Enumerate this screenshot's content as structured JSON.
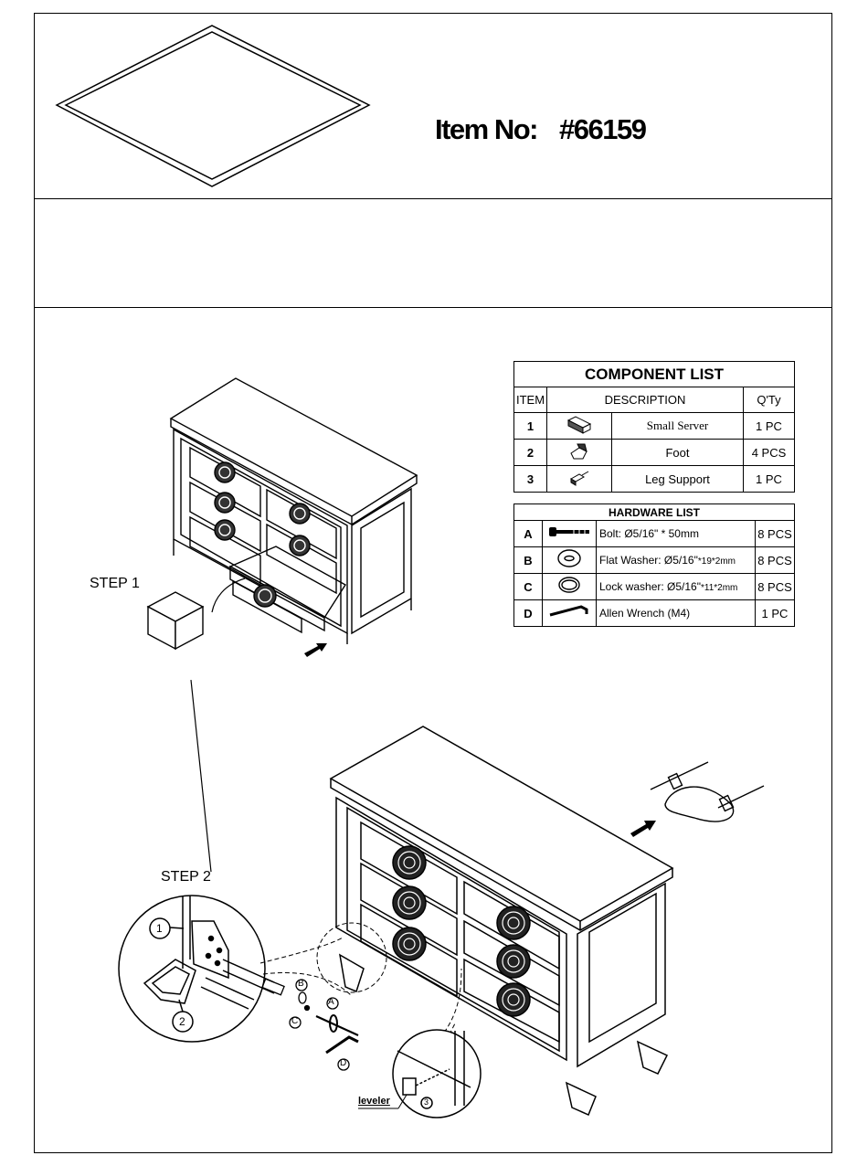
{
  "header": {
    "item_label": "Item No:",
    "item_number": "#66159"
  },
  "steps": {
    "step1": "STEP 1",
    "step2": "STEP 2"
  },
  "component_list": {
    "title": "COMPONENT LIST",
    "col_item": "ITEM",
    "col_description": "DESCRIPTION",
    "col_qty": "Q'Ty",
    "rows": [
      {
        "item": "1",
        "icon": "server-block-icon",
        "description": "Small Server",
        "qty": "1 PC"
      },
      {
        "item": "2",
        "icon": "foot-icon",
        "description": "Foot",
        "qty": "4 PCS"
      },
      {
        "item": "3",
        "icon": "leg-support-icon",
        "description": "Leg Support",
        "qty": "1 PC"
      }
    ]
  },
  "hardware_list": {
    "title": "HARDWARE LIST",
    "rows": [
      {
        "letter": "A",
        "icon": "bolt-icon",
        "description": "Bolt: Ø5/16\" * 50mm",
        "qty": "8 PCS"
      },
      {
        "letter": "B",
        "icon": "flat-washer-icon",
        "description_main": "Flat Washer: Ø5/16\"",
        "description_small": "*19*2mm",
        "qty": "8 PCS"
      },
      {
        "letter": "C",
        "icon": "lock-washer-icon",
        "description_main": "Lock washer: Ø5/16\"",
        "description_small": "*11*2mm",
        "qty": "8 PCS"
      },
      {
        "letter": "D",
        "icon": "allen-wrench-icon",
        "description": "Allen Wrench (M4)",
        "qty": "1 PC"
      }
    ]
  },
  "callouts": {
    "one": "1",
    "two": "2",
    "three": "3",
    "a": "A",
    "b": "B",
    "c": "C",
    "d": "D",
    "leveler": "leveler"
  }
}
